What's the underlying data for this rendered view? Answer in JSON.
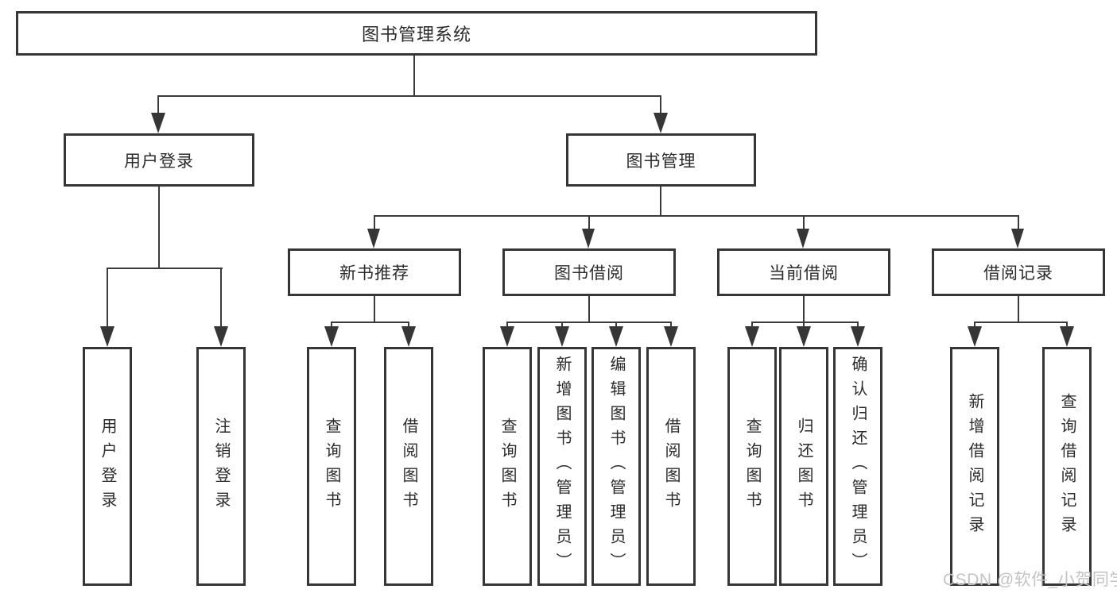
{
  "watermark": {
    "text": "CSDN @软件_小贺同学"
  },
  "colors": {
    "box_border": "#363636",
    "connector_line": "#3b3b3b",
    "text": "#2b2b2b",
    "watermark": "#c3c3c3",
    "background": "#ffffff"
  },
  "tree": {
    "root": {
      "label": "图书管理系统"
    },
    "children": [
      {
        "label": "用户登录",
        "children": [
          {
            "label": "用户登录"
          },
          {
            "label": "注销登录"
          }
        ]
      },
      {
        "label": "图书管理",
        "children": [
          {
            "label": "新书推荐",
            "children": [
              {
                "label": "查询图书"
              },
              {
                "label": "借阅图书"
              }
            ]
          },
          {
            "label": "图书借阅",
            "children": [
              {
                "label": "查询图书"
              },
              {
                "label": "新增图书（管理员）"
              },
              {
                "label": "编辑图书（管理员）"
              },
              {
                "label": "借阅图书"
              }
            ]
          },
          {
            "label": "当前借阅",
            "children": [
              {
                "label": "查询图书"
              },
              {
                "label": "归还图书"
              },
              {
                "label": "确认归还（管理员）"
              }
            ]
          },
          {
            "label": "借阅记录",
            "children": [
              {
                "label": "新增借阅记录"
              },
              {
                "label": "查询借阅记录"
              }
            ]
          }
        ]
      }
    ]
  }
}
